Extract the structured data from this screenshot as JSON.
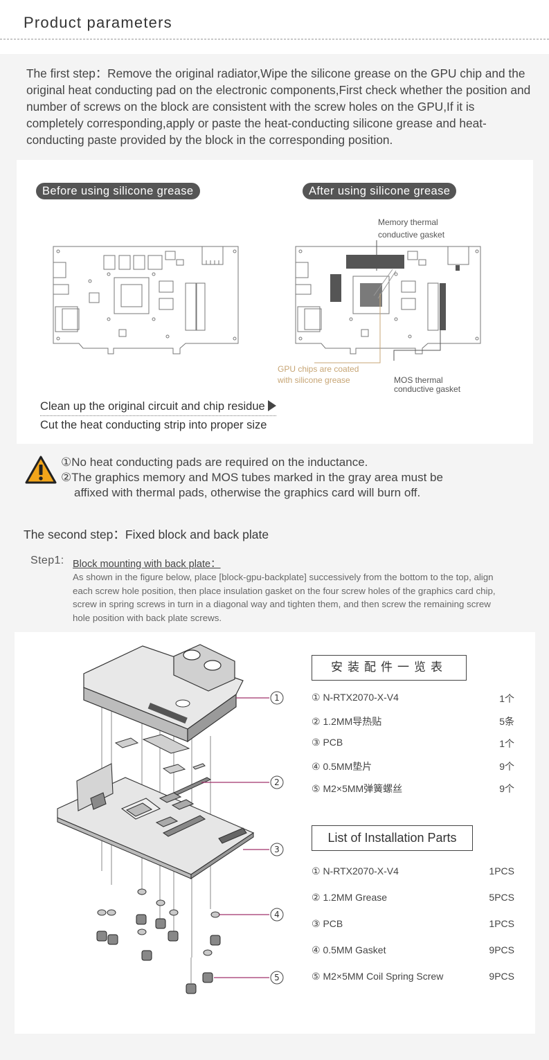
{
  "header": {
    "title": "Product parameters"
  },
  "step1": {
    "text": "The first step：Remove the original radiator,Wipe the silicone grease on the GPU chip and the original heat conducting pad on the electronic components,First check whether the position and number of screws on the block are consistent with the screw holes on the GPU,If it is completely corresponding,apply or paste the heat-conducting silicone grease and heat-conducting paste provided by the block in the corresponding position."
  },
  "panel1": {
    "before_label": "Before using silicone grease",
    "after_label": "After using silicone grease",
    "memory_line1": "Memory thermal",
    "memory_line2": "conductive gasket",
    "gpu_line1": "GPU chips are coated",
    "gpu_line2": "with silicone grease",
    "mos_line1": "MOS thermal",
    "mos_line2": "conductive gasket",
    "clean_text": "Clean up the original circuit and chip residue",
    "cut_text": "Cut the heat conducting strip into proper size",
    "grease_color": "#c7a574"
  },
  "warning": {
    "icon": "warning-triangle-icon",
    "line1": "①No heat conducting pads are required on the inductance.",
    "line2": "②The graphics memory and MOS tubes marked in the gray area must be",
    "line3": "affixed with thermal pads, otherwise the graphics card will burn off.",
    "accent": "#f2a51a"
  },
  "step2": {
    "title": "The second step：Fixed block and back plate",
    "substep_label": "Step1:",
    "substep_title": "Block mounting with back plate：",
    "substep_desc": "As shown in the figure below, place [block-gpu-backplate] successively from the bottom to the top, align each screw hole position, then place insulation gasket on the four screw holes of the graphics card chip, screw in spring screws in turn in a diagonal way and tighten them, and then screw the remaining screw hole position with back plate screws."
  },
  "diagram": {
    "callouts": [
      "①",
      "②",
      "③",
      "④",
      "⑤"
    ],
    "callout_color": "#a0306a"
  },
  "cn_list": {
    "title": "安装配件一览表",
    "items": [
      {
        "name": "① N-RTX2070-X-V4",
        "qty": "1个"
      },
      {
        "name": "② 1.2MM导热贴",
        "qty": "5条"
      },
      {
        "name": "③ PCB",
        "qty": "1个"
      },
      {
        "name": "④ 0.5MM垫片",
        "qty": "9个"
      },
      {
        "name": "⑤ M2×5MM弹簧螺丝",
        "qty": "9个"
      }
    ]
  },
  "en_list": {
    "title": "List of Installation Parts",
    "items": [
      {
        "name": "① N-RTX2070-X-V4",
        "qty": "1PCS"
      },
      {
        "name": "② 1.2MM Grease",
        "qty": "5PCS"
      },
      {
        "name": "③ PCB",
        "qty": "1PCS"
      },
      {
        "name": "④ 0.5MM Gasket",
        "qty": "9PCS"
      },
      {
        "name": "⑤ M2×5MM Coil Spring Screw",
        "qty": "9PCS"
      }
    ]
  }
}
